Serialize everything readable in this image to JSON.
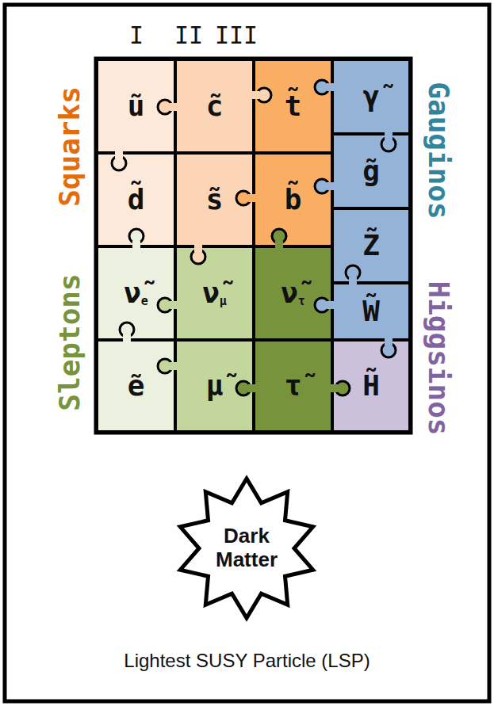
{
  "diagram": {
    "caption": "Lightest SUSY Particle (LSP)",
    "nodes": [
      {
        "text": [
          "ũ"
        ]
      },
      {
        "text": [
          "c̃"
        ]
      },
      {
        "text": [
          "t̃"
        ]
      },
      {
        "text": [
          "γ̃"
        ]
      },
      {
        "text": [
          "d̃"
        ]
      },
      {
        "text": [
          "s̃"
        ]
      },
      {
        "text": [
          "b̃"
        ]
      },
      {
        "text": [
          "g̃"
        ]
      },
      {
        "text": [
          "Z̃"
        ]
      },
      {
        "text": [
          "ν̃",
          "e"
        ]
      },
      {
        "text": [
          "ν̃",
          "μ"
        ]
      },
      {
        "text": [
          "ν̃",
          "τ"
        ]
      },
      {
        "text": [
          "W̃"
        ]
      },
      {
        "text": [
          "ẽ"
        ]
      },
      {
        "text": [
          "μ̃"
        ]
      },
      {
        "text": [
          "τ̃"
        ]
      },
      {
        "text": [
          "H̃"
        ]
      },
      {
        "text": [
          "Dark Matter"
        ]
      }
    ],
    "labels": [
      "I",
      "II",
      "III",
      "Squarks",
      "Sleptons",
      "Gauginos",
      "Higgsinos"
    ]
  }
}
